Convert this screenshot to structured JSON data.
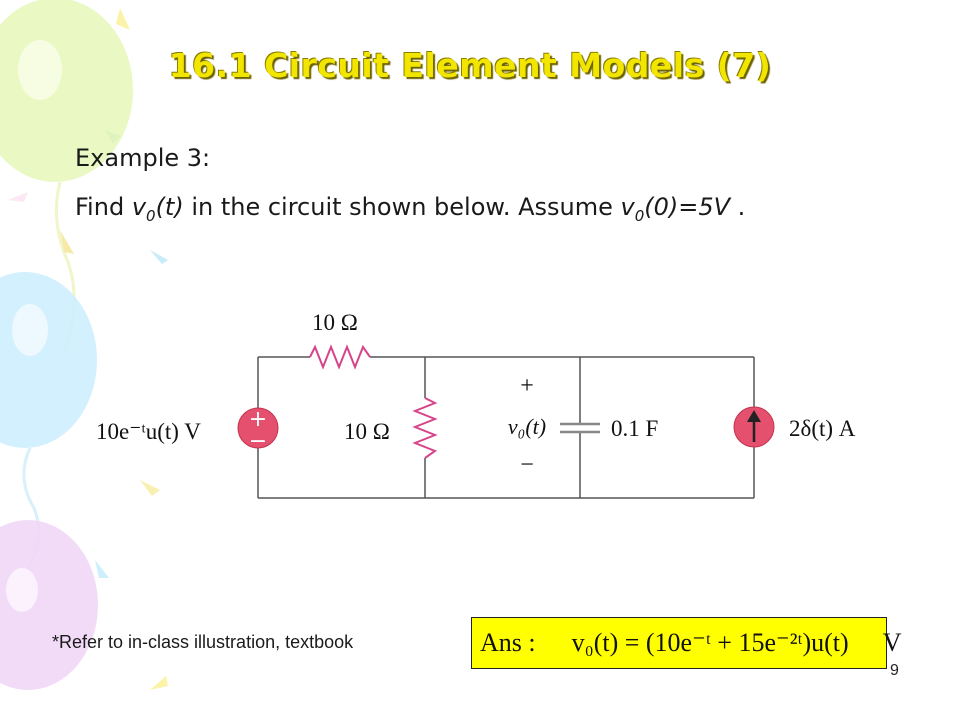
{
  "slide": {
    "title": "16.1 Circuit Element Models (7)",
    "example_label": "Example 3:",
    "prompt": {
      "find": "Find ",
      "v": "v",
      "sub0": "0",
      "t_arg": "(t)",
      "rest": " in the circuit shown below. Assume ",
      "v2": "v",
      "sub02": "0",
      "initial": "(0)=5V",
      "end": " ."
    },
    "footnote": "*Refer to in-class illustration, textbook",
    "page_number": "9"
  },
  "circuit": {
    "source_left": "10e⁻ᵗu(t) V",
    "r_top": "10 Ω",
    "r_mid": "10 Ω",
    "cap_value": "0.1 F",
    "v_plus": "+",
    "v_label": "v₀(t)",
    "v_minus": "−",
    "src_plus": "+",
    "src_minus": "−",
    "source_right": "2δ(t) A"
  },
  "answer": {
    "label": "Ans :",
    "equation": "v₀(t) = (10e⁻ᵗ + 15e⁻²ᵗ)u(t)",
    "unit": "V"
  },
  "colors": {
    "title": "#f2e600",
    "resistor": "#d6458a",
    "source_fill": "#e4506d",
    "answer_bg": "#ffff00"
  }
}
